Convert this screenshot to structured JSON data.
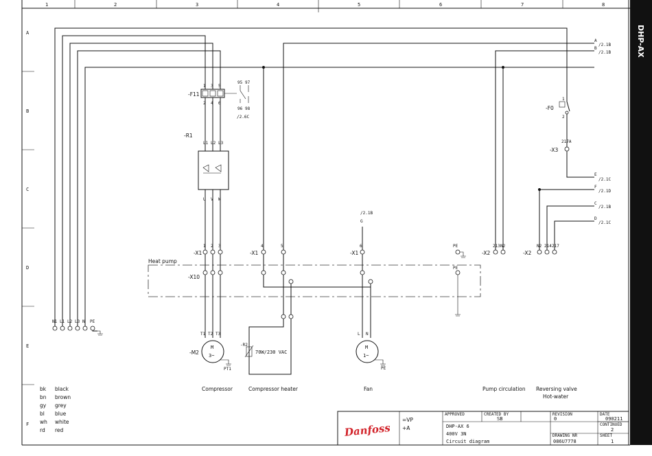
{
  "sidebar_title": "DHP-AX",
  "columns": [
    "1",
    "2",
    "3",
    "4",
    "5",
    "6",
    "7",
    "8"
  ],
  "rows": [
    "A",
    "B",
    "C",
    "D",
    "E",
    "F"
  ],
  "references": {
    "A": "/2.1B",
    "B": "/2.1B",
    "E": "/2.1C",
    "F": "/2.1D",
    "C": "/2.1B",
    "D": "/2.1C"
  },
  "ref_letters": [
    "A",
    "B",
    "E",
    "F",
    "C",
    "D"
  ],
  "components": {
    "f11": "-F11",
    "r1": "-R1",
    "m2": "-M2",
    "r2": "-R2",
    "f0": "-F0",
    "x3": "-X3",
    "x1": "-X1",
    "x10": "-X10",
    "x2": "-X2",
    "pe": "PE"
  },
  "heat_pump_label": "Heat pump",
  "f11_contact": [
    "95",
    "96",
    "97",
    "98"
  ],
  "f11_ref": "/2.6C",
  "g_ref": "/2.1B",
  "g_label": "G",
  "x3_pin": "217A",
  "f0_pins": [
    "1",
    "2"
  ],
  "r1_terminals": [
    "L1",
    "L2",
    "L3"
  ],
  "r1_outputs": [
    "U",
    "V",
    "W"
  ],
  "motor_terminals": [
    "T1",
    "T2",
    "T3"
  ],
  "x1_pins": [
    "1",
    "2",
    "3",
    "4",
    "5",
    "6"
  ],
  "x2_left_pins": [
    "213",
    "N2"
  ],
  "x2_right_pins": [
    "N2",
    "214",
    "217"
  ],
  "supply_terminals": [
    "N1",
    "L1",
    "L2",
    "L3",
    "N",
    "PE"
  ],
  "compressor_motor": {
    "m": "M",
    "spec": "3~"
  },
  "fan_motor": {
    "m": "M",
    "spec": "1~"
  },
  "fan_terminals": [
    "L",
    "N"
  ],
  "pe_small": "PE",
  "pt1": "PT1",
  "heater_rating": "70W/230 VAC",
  "n_label": "N",
  "captions": {
    "compressor": "Compressor",
    "heater": "Compressor heater",
    "fan": "Fan",
    "pump": "Pump circulation",
    "valve_1": "Reversing valve",
    "valve_2": "Hot-water"
  },
  "legend": [
    {
      "code": "bk",
      "name": "black"
    },
    {
      "code": "bn",
      "name": "brown"
    },
    {
      "code": "gy",
      "name": "grey"
    },
    {
      "code": "bl",
      "name": "blue"
    },
    {
      "code": "wh",
      "name": "white"
    },
    {
      "code": "rd",
      "name": "red"
    }
  ],
  "title_block": {
    "brand": "Danfoss",
    "code1": "=VP",
    "code2": "+A",
    "approved_label": "APPROVED",
    "created_by_label": "CREATED BY",
    "created_by": "SB",
    "revision_label": "REVISION",
    "revision": "0",
    "date_label": "DATE",
    "date": "090211",
    "continued_label": "CONTINUED",
    "continued": "2",
    "product": "DHP-AX 6",
    "voltage": "400V 3N",
    "doc_type": "Circuit diagram",
    "drawing_no_label": "DRAWING NR",
    "drawing_no": "086U7778",
    "sheet_label": "SHEET",
    "sheet": "1"
  },
  "colors": {
    "line": "#111111",
    "brand_red": "#d2232a",
    "sidebar": "#111111"
  }
}
